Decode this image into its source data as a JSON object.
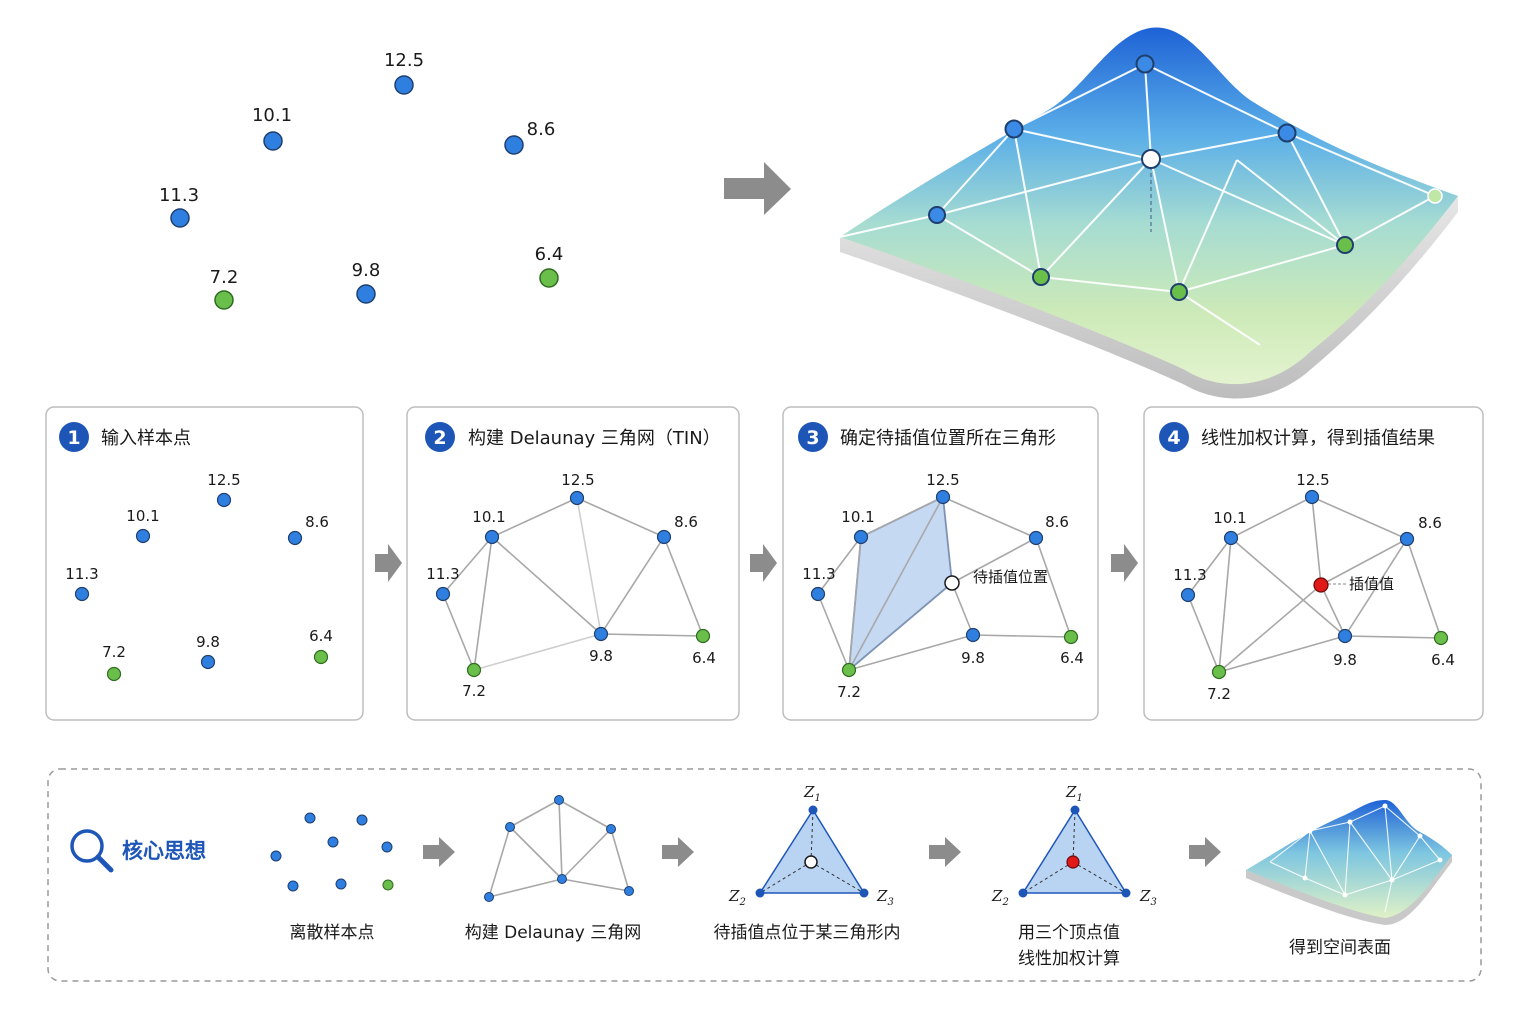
{
  "colors": {
    "blue_point": "#2f7fe0",
    "green_point": "#6abf4b",
    "accent": "#1e56b8",
    "red_point": "#e01919",
    "edge": "#a8a8a8",
    "arrow": "#8c8c8c"
  },
  "sample_points": [
    {
      "label": "12.5",
      "type": "blue"
    },
    {
      "label": "10.1",
      "type": "blue"
    },
    {
      "label": "8.6",
      "type": "blue"
    },
    {
      "label": "11.3",
      "type": "blue"
    },
    {
      "label": "7.2",
      "type": "green"
    },
    {
      "label": "9.8",
      "type": "blue"
    },
    {
      "label": "6.4",
      "type": "green"
    }
  ],
  "panels": [
    {
      "num": "1",
      "title": "输入样本点"
    },
    {
      "num": "2",
      "title": "构建 Delaunay 三角网（TIN）"
    },
    {
      "num": "3",
      "title": "确定待插值位置所在三角形",
      "marker_label": "待插值位置"
    },
    {
      "num": "4",
      "title": "线性加权计算，得到插值结果",
      "marker_label": "插值值"
    }
  ],
  "core": {
    "title": "核心思想",
    "steps": [
      {
        "caption": "离散样本点"
      },
      {
        "caption": "构建 Delaunay 三角网"
      },
      {
        "caption": "待插值点位于某三角形内"
      },
      {
        "caption_line1": "用三个顶点值",
        "caption_line2": "线性加权计算"
      },
      {
        "caption": "得到空间表面"
      }
    ],
    "vertex_symbol": "Z",
    "vertex_subscripts": [
      "1",
      "2",
      "3"
    ]
  },
  "icons": {
    "core": "magnifier-icon",
    "flow": "arrow-right-icon"
  }
}
